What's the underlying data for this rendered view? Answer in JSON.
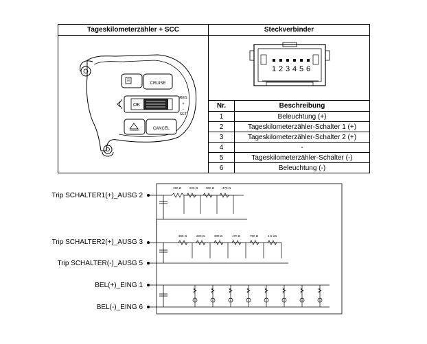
{
  "table": {
    "header_left": "Tageskilometerzähler + SCC",
    "header_right": "Steckverbinder"
  },
  "switch_labels": {
    "cruise": "CRUISE",
    "ok": "OK",
    "res": "RES",
    "set": "SET",
    "cancel": "CANCEL"
  },
  "connector": {
    "pins": [
      "1",
      "2",
      "3",
      "4",
      "5",
      "6"
    ]
  },
  "pin_table": {
    "col_no": "Nr.",
    "col_desc": "Beschreibung",
    "rows": [
      {
        "no": "1",
        "desc": "Beleuchtung (+)"
      },
      {
        "no": "2",
        "desc": "Tageskilometerzähler-Schalter 1 (+)"
      },
      {
        "no": "3",
        "desc": "Tageskilometerzähler-Schalter 2 (+)"
      },
      {
        "no": "4",
        "desc": "-"
      },
      {
        "no": "5",
        "desc": "Tageskilometerzähler-Schalter (-)"
      },
      {
        "no": "6",
        "desc": "Beleuchtung (-)"
      }
    ]
  },
  "circuit": {
    "pins": [
      {
        "label": "Trip SCHALTER1(+)_AUSG",
        "no": "2"
      },
      {
        "label": "Trip SCHALTER2(+)_AUSG",
        "no": "3"
      },
      {
        "label": "Trip SCHALTER(-)_AUSG",
        "no": "5"
      },
      {
        "label": "BEL(+)_EING",
        "no": "1"
      },
      {
        "label": "BEL(-)_EING",
        "no": "6"
      }
    ],
    "row1_resistors": [
      "390 Ω",
      "220 Ω",
      "300 Ω",
      "470 Ω"
    ],
    "row2_resistors": [
      "390 Ω",
      "220 Ω",
      "300 Ω",
      "470 Ω",
      "750 Ω",
      "1,5 kΩ"
    ]
  }
}
